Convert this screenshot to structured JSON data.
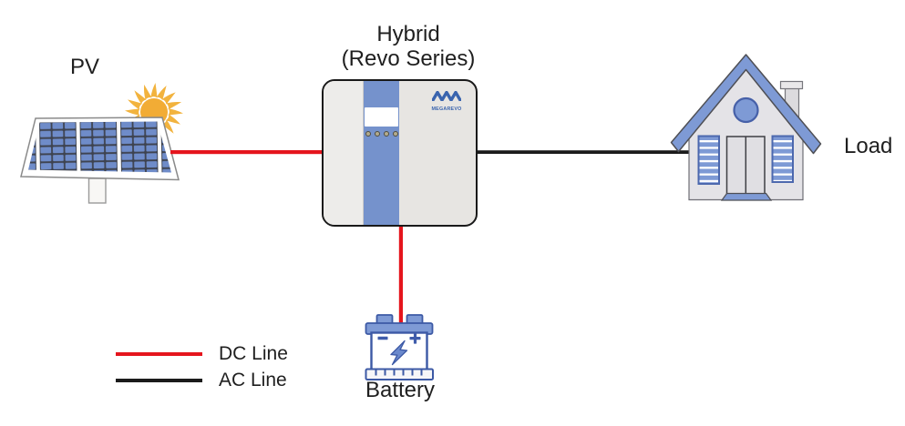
{
  "labels": {
    "pv": "PV",
    "inverter_title_line1": "Hybrid",
    "inverter_title_line2": "(Revo Series)",
    "load": "Load",
    "battery": "Battery"
  },
  "inverter": {
    "brand": "MEGAREVO"
  },
  "legend": {
    "items": [
      {
        "label": "DC Line",
        "color": "#e5151d"
      },
      {
        "label": "AC Line",
        "color": "#1b1b1b"
      }
    ]
  },
  "connections": [
    {
      "from": "PV",
      "to": "Hybrid (Revo Series)",
      "line": "DC"
    },
    {
      "from": "Hybrid (Revo Series)",
      "to": "Load",
      "line": "AC"
    },
    {
      "from": "Hybrid (Revo Series)",
      "to": "Battery",
      "line": "DC"
    }
  ],
  "colors": {
    "dc_line": "#e5151d",
    "ac_line": "#1b1b1b",
    "accent_blue": "#7e9ad5",
    "panel_cell_blue": "#6f8cc9",
    "sun_gold": "#f2b33e",
    "logo_blue": "#3a64ae",
    "inverter_body": "#e7e5e2"
  }
}
